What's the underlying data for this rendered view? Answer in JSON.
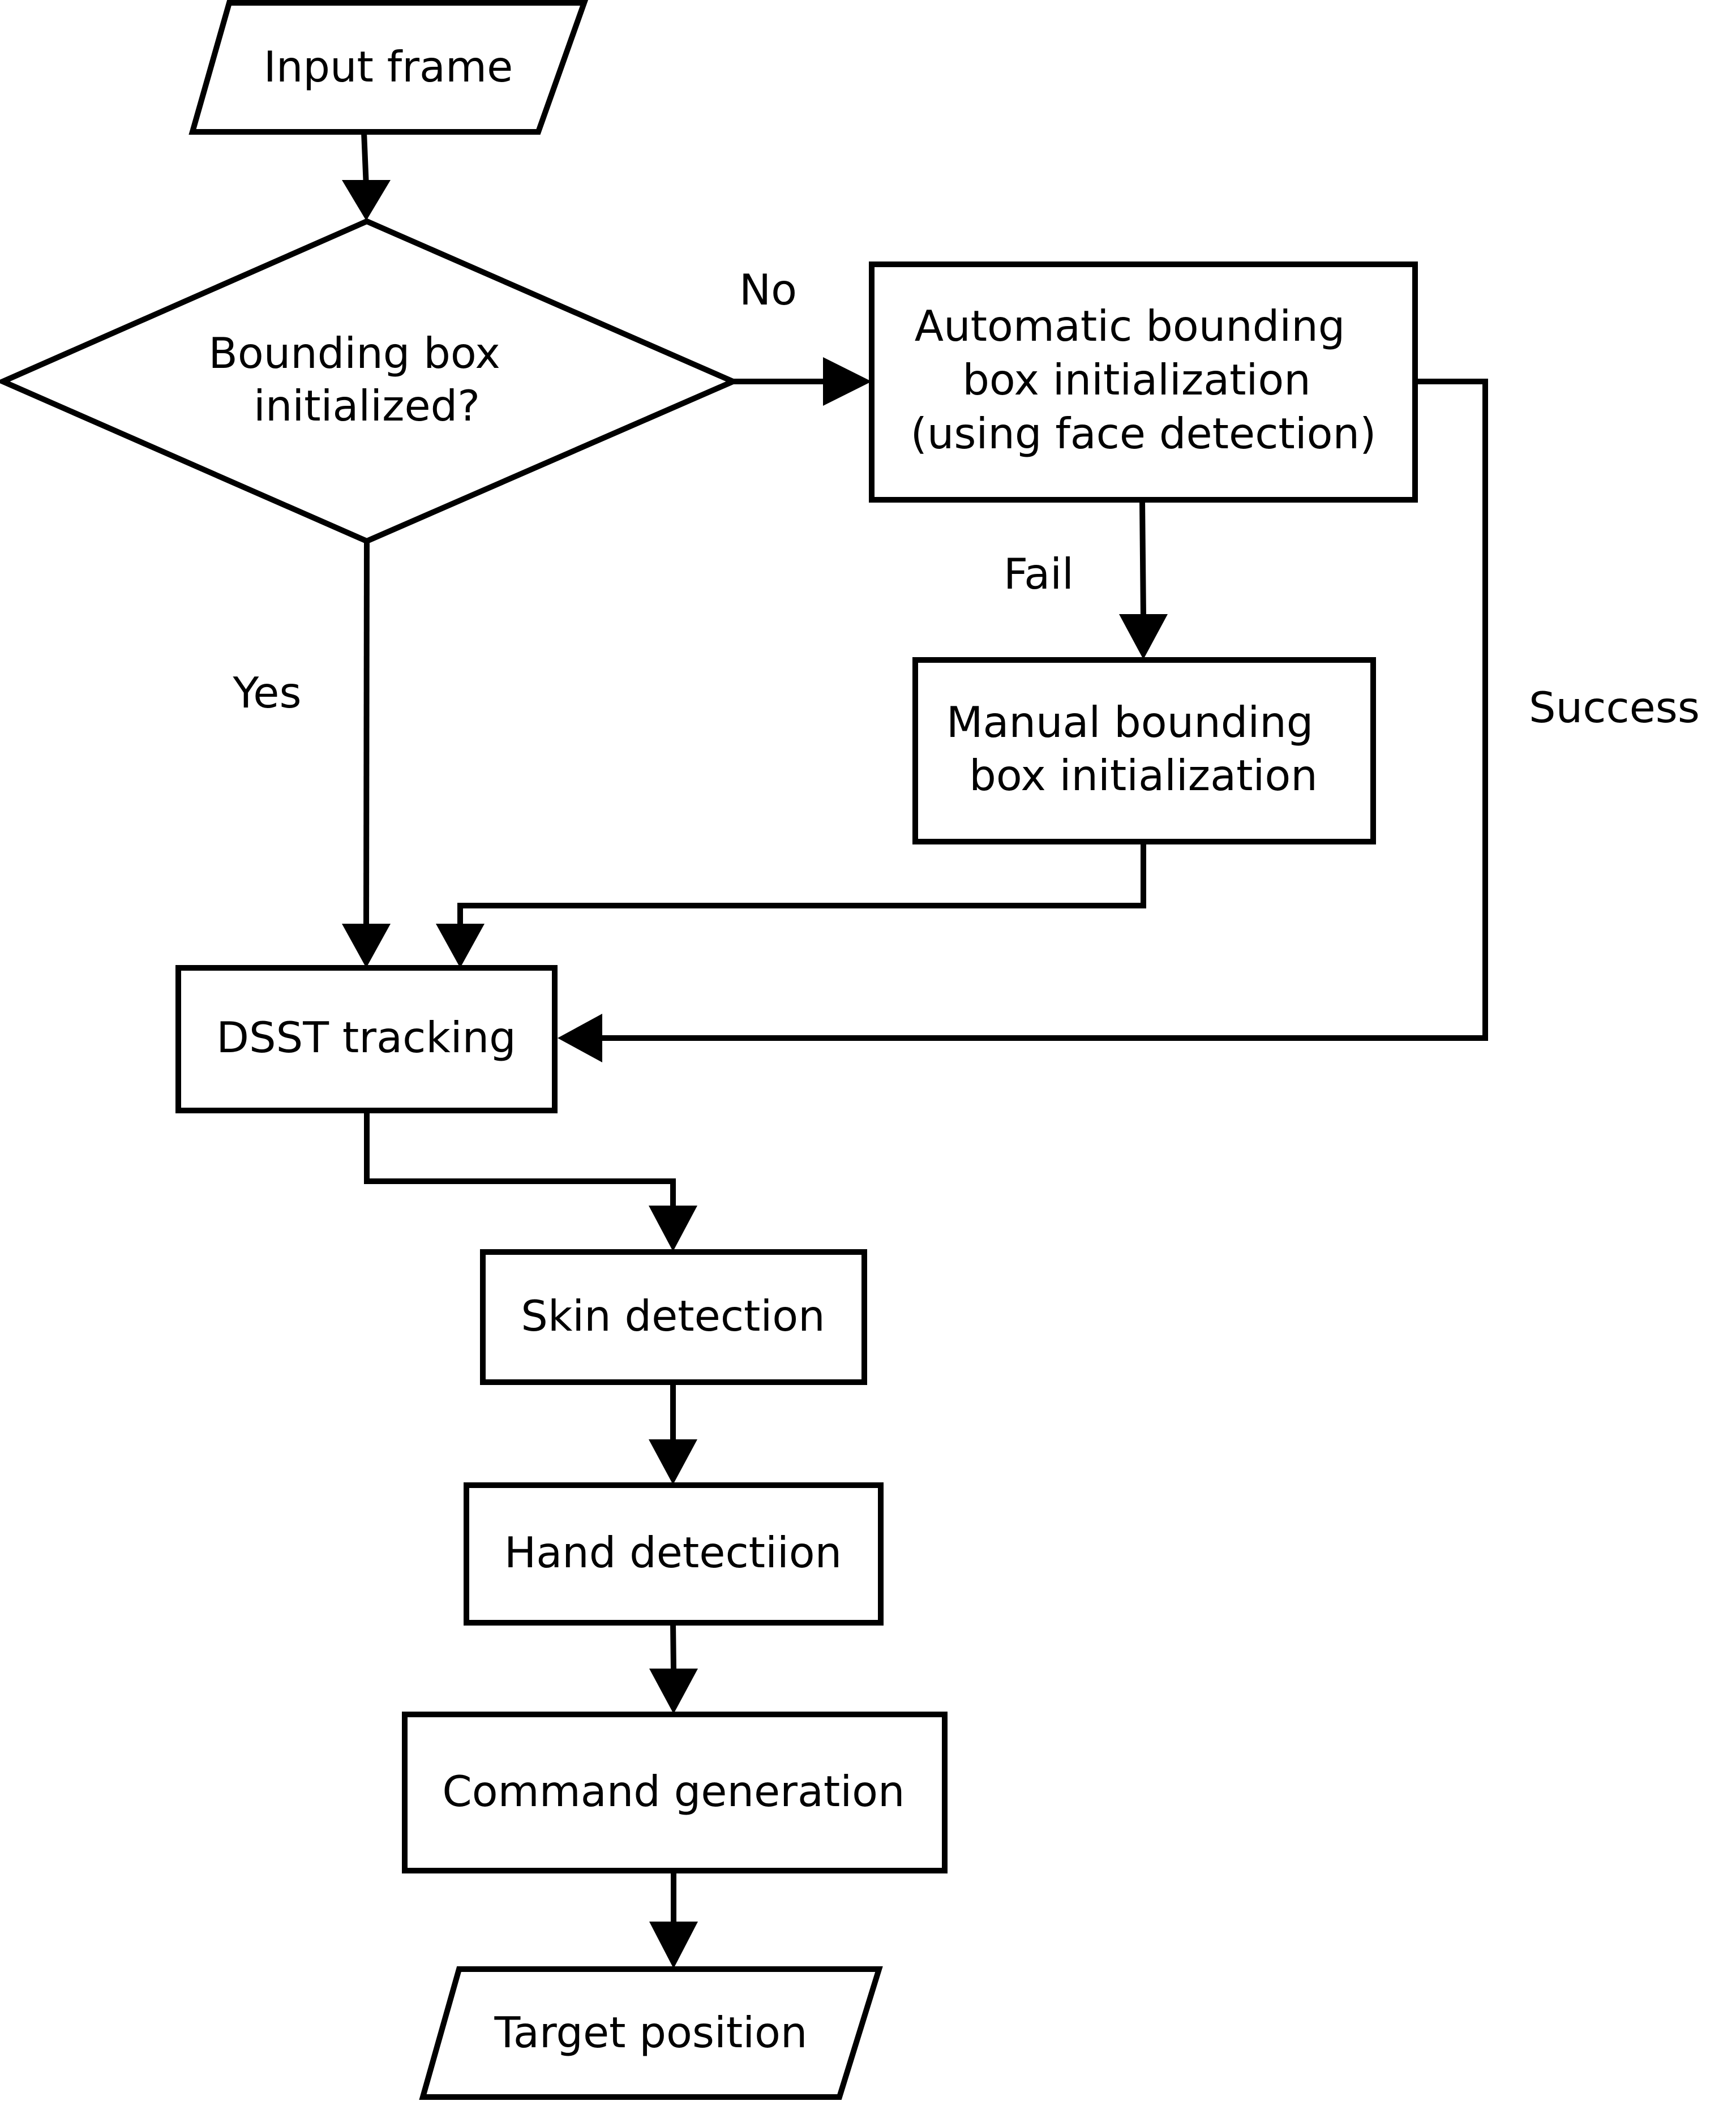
{
  "nodes": {
    "input_frame": "Input frame",
    "decision": [
      "Bounding box",
      "initialized?"
    ],
    "auto_init": [
      "Automatic bounding",
      "box initialization",
      "(using face detection)"
    ],
    "manual_init": [
      "Manual bounding",
      "box initialization"
    ],
    "dsst": "DSST tracking",
    "skin": "Skin detection",
    "hand": "Hand detectiion",
    "command": "Command generation",
    "target": "Target position"
  },
  "edge_labels": {
    "no": "No",
    "yes": "Yes",
    "fail": "Fail",
    "success": "Success"
  },
  "colors": {
    "stroke": "#000000",
    "background": "#ffffff"
  }
}
